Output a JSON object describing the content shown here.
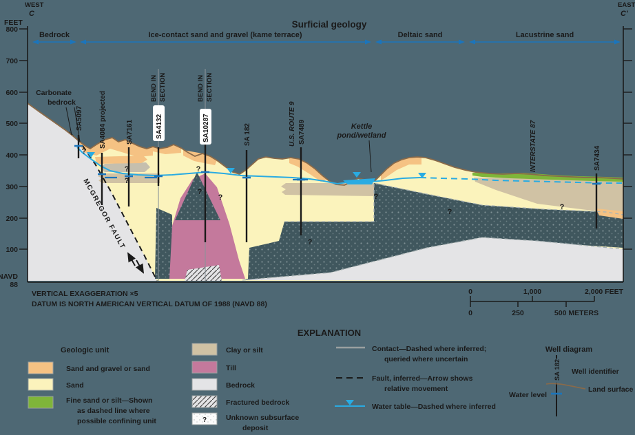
{
  "header": {
    "west": "WEST",
    "east": "EAST",
    "c_start": "C",
    "c_end": "C'",
    "feet": "FEET",
    "navd1": "NAVD",
    "navd2": "88"
  },
  "axis_ticks": [
    "800",
    "700",
    "600",
    "500",
    "400",
    "300",
    "200",
    "100"
  ],
  "surficial": {
    "title": "Surficial geology",
    "segments": [
      "Bedrock",
      "Ice-contact sand and gravel (kame terrace)",
      "Deltaic sand",
      "Lacustrine sand"
    ],
    "accent_color": "#1b75bc"
  },
  "labels": {
    "carbonate1": "Carbonate",
    "carbonate2": "bedrock",
    "sa5097": "SA5097",
    "sa4084": "SA4084 projected",
    "sa7161": "SA7161",
    "sa4132": "SA4132",
    "sa10287": "SA10287",
    "sa182": "SA 182",
    "usroute": "U.S. ROUTE 9",
    "sa7489": "SA7489",
    "interstate": "INTERSTATE 87",
    "sa7434": "SA7434",
    "bend1": "BEND IN",
    "bend2": "SECTION",
    "fault": "MCGREGOR FAULT",
    "kettle1": "Kettle",
    "kettle2": "pond/wetland",
    "qmark": "?"
  },
  "footer": {
    "ve": "VERTICAL EXAGGERATION ×5",
    "datum": "DATUM IS NORTH AMERICAN VERTICAL DATUM OF 1988 (NAVD 88)"
  },
  "scalebar": {
    "feet0": "0",
    "feet1000": "1,000",
    "feet2000": "2,000 FEET",
    "m0": "0",
    "m250": "250",
    "m500": "500 METERS"
  },
  "explanation": {
    "title": "EXPLANATION",
    "geologic_unit": "Geologic unit",
    "units": [
      {
        "label": "Sand and gravel or sand",
        "color": "#f5c283"
      },
      {
        "label": "Sand",
        "color": "#fbf3bc"
      },
      {
        "label1": "Fine sand or silt—Shown",
        "label2": "as dashed line where",
        "label3": "possible confining unit",
        "color": "#7fb539"
      },
      {
        "label": "Clay or silt",
        "color": "#d0c2a4"
      },
      {
        "label": "Till",
        "color": "#c4799c"
      },
      {
        "label": "Bedrock",
        "color": "#e4e4e6"
      },
      {
        "label": "Fractured bedrock"
      },
      {
        "label1": "Unknown subsurface",
        "label2": "deposit"
      }
    ],
    "symbols": [
      {
        "line1": "Contact—Dashed where inferred;",
        "line2": "queried where uncertain"
      },
      {
        "line1": "Fault, inferred—Arrow shows",
        "line2": "relative movement"
      },
      {
        "line1": "Water table—Dashed where inferred"
      }
    ],
    "well_diagram": {
      "title": "Well diagram",
      "well_id": "SA 182",
      "well_identifier": "Well identifier",
      "land_surface": "Land surface",
      "water_level": "Water level"
    }
  },
  "colors": {
    "background": "#4e6874",
    "water": "#29abe2",
    "accent_blue": "#1b75bc",
    "sand": "#fbf3bc",
    "sand_gravel": "#f5c283",
    "fine_sand": "#7fb539",
    "clay": "#d0c2a4",
    "till": "#c4799c",
    "bedrock": "#e4e4e6",
    "unknown": "#40575e"
  }
}
